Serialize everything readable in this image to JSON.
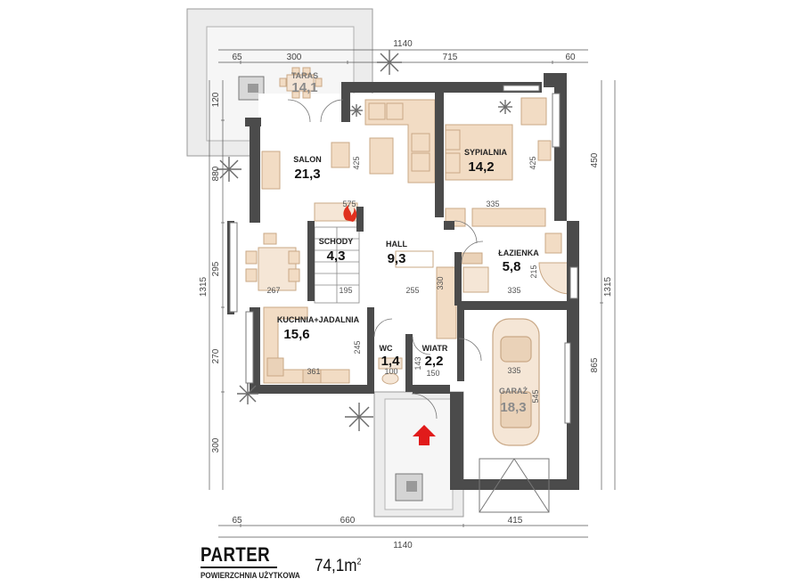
{
  "dimensions": {
    "top_total": "1140",
    "top_segments": [
      "65",
      "300",
      "715",
      "60"
    ],
    "bottom_segments": [
      "65",
      "660",
      "415"
    ],
    "bottom_total": "1140",
    "left_segments": [
      "120",
      "880",
      "295",
      "270",
      "300"
    ],
    "left_total": "1315",
    "right_segments": [
      "450",
      "865"
    ],
    "right_total": "1315"
  },
  "rooms": {
    "taras": {
      "name": "TARAS",
      "area": "14,1"
    },
    "salon": {
      "name": "SALON",
      "area": "21,3"
    },
    "sypialnia": {
      "name": "SYPIALNIA",
      "area": "14,2"
    },
    "schody": {
      "name": "SCHODY",
      "area": "4,3"
    },
    "hall": {
      "name": "HALL",
      "area": "9,3"
    },
    "lazienka": {
      "name": "ŁAZIENKA",
      "area": "5,8"
    },
    "kuchnia": {
      "name": "KUCHNIA+JADALNIA",
      "area": "15,6"
    },
    "wc": {
      "name": "WC",
      "area": "1,4"
    },
    "wiatr": {
      "name": "WIATR",
      "area": "2,2"
    },
    "garaz": {
      "name": "GARAŻ",
      "area": "18,3"
    }
  },
  "inner_dims": {
    "salon_h": "425",
    "salon_w": "575",
    "sypialnia_h": "425",
    "sypialnia_w": "335",
    "schody_w": "195",
    "hall_w": "255",
    "hall_h": "330",
    "lazienka_h": "215",
    "lazienka_w": "335",
    "kuchnia_w1": "267",
    "kuchnia_h": "245",
    "kuchnia_w2": "361",
    "wc_w": "100",
    "wiatr_h": "143",
    "wiatr_w": "150",
    "garaz_w": "335",
    "garaz_h": "545"
  },
  "footer": {
    "title": "PARTER",
    "subtitle": "POWIERZCHNIA UŻYTKOWA",
    "area_value": "74,1m",
    "area_sup": "2"
  },
  "colors": {
    "wall": "#4b4b4b",
    "furniture": "#f2dcc4",
    "furniture_stroke": "#c9a886",
    "terrace": "#e6e6e6",
    "arrow": "#e11b1b"
  }
}
